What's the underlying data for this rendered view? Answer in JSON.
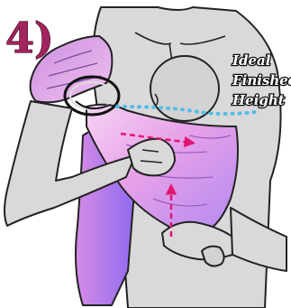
{
  "step": {
    "label": "4)"
  },
  "annotation": {
    "lines": [
      "Ideal",
      "Finished",
      "Height"
    ]
  },
  "colors": {
    "sling_light": "#f4c6f2",
    "sling_mid": "#e08ae0",
    "sling_dark": "#9a6cf0",
    "skin": "#d9d9d9",
    "guide_line": "#55bde8",
    "arrow": "#e0166f",
    "step_label": "#a3235e"
  },
  "icons": {
    "ring": "sling-ring-icon",
    "arrow_right": "arrow-right-icon",
    "arrow_up": "arrow-up-icon"
  }
}
